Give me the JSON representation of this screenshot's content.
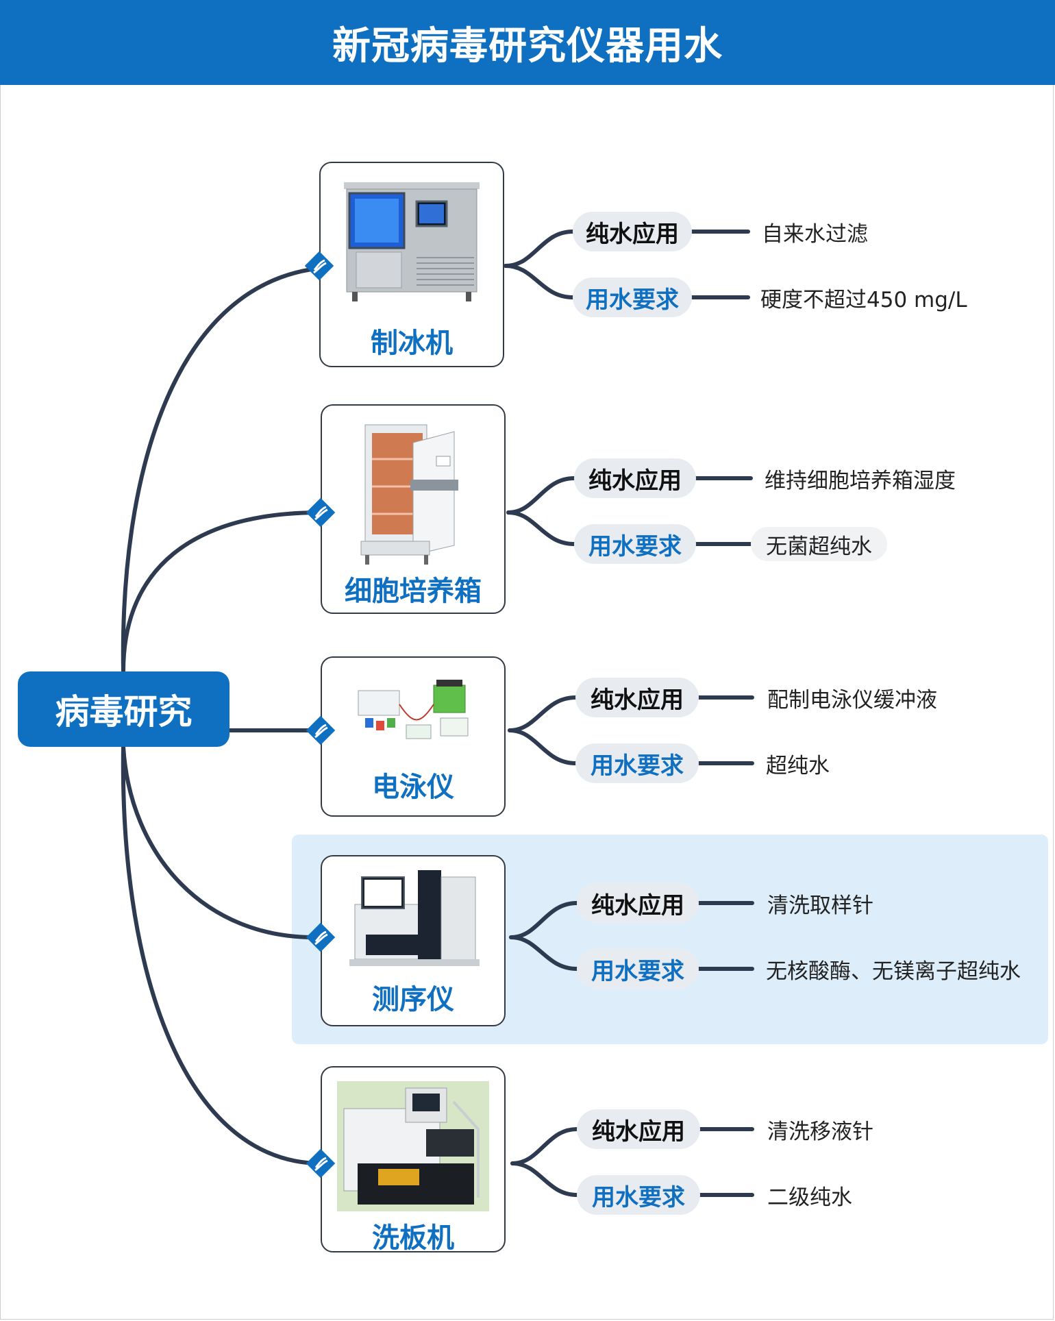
{
  "title": "新冠病毒研究仪器用水",
  "root": {
    "label": "病毒研究"
  },
  "colors": {
    "brand": "#0f6fc0",
    "link": "#2d3a4f",
    "highlight": "#ddeefa",
    "pill": "#e8ebef"
  },
  "instruments": [
    {
      "name": "制冰机",
      "icon": "ice-machine-icon",
      "rows": [
        {
          "tag": "纯水应用",
          "value": "自来水过滤"
        },
        {
          "tag": "用水要求",
          "value": "硬度不超过450 mg/L"
        }
      ]
    },
    {
      "name": "细胞培养箱",
      "icon": "cell-incubator-icon",
      "rows": [
        {
          "tag": "纯水应用",
          "value": "维持细胞培养箱湿度"
        },
        {
          "tag": "用水要求",
          "value": "无菌超纯水"
        }
      ]
    },
    {
      "name": "电泳仪",
      "icon": "electrophoresis-icon",
      "rows": [
        {
          "tag": "纯水应用",
          "value": "配制电泳仪缓冲液"
        },
        {
          "tag": "用水要求",
          "value": "超纯水"
        }
      ]
    },
    {
      "name": "测序仪",
      "icon": "sequencer-icon",
      "rows": [
        {
          "tag": "纯水应用",
          "value": "清洗取样针"
        },
        {
          "tag": "用水要求",
          "value": "无核酸酶、无镁离子超纯水"
        }
      ]
    },
    {
      "name": "洗板机",
      "icon": "plate-washer-icon",
      "rows": [
        {
          "tag": "纯水应用",
          "value": "清洗移液针"
        },
        {
          "tag": "用水要求",
          "value": "二级纯水"
        }
      ]
    }
  ]
}
